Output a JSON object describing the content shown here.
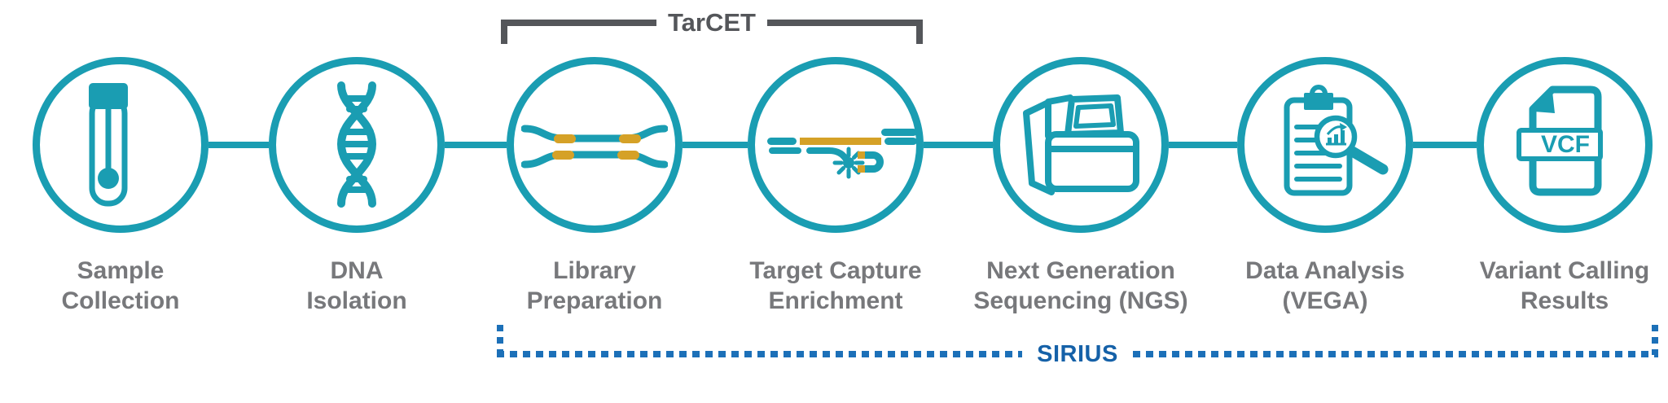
{
  "colors": {
    "teal": "#1A9DB2",
    "gold": "#D5A127",
    "label_gray": "#77787B",
    "bracket_gray": "#54565A",
    "sirius_text_blue": "#1561A8",
    "sirius_dot_blue": "#1C70B8",
    "background": "#FFFFFF"
  },
  "tarcet": {
    "label": "TarCET"
  },
  "sirius": {
    "label": "SIRIUS"
  },
  "steps": [
    {
      "id": "sample-collection",
      "line1": "Sample",
      "line2": "Collection",
      "icon": "test-tube-swab-icon"
    },
    {
      "id": "dna-isolation",
      "line1": "DNA",
      "line2": "Isolation",
      "icon": "dna-helix-icon"
    },
    {
      "id": "library-preparation",
      "line1": "Library",
      "line2": "Preparation",
      "icon": "dna-fragments-adapters-icon"
    },
    {
      "id": "target-capture-enrichment",
      "line1": "Target Capture",
      "line2": "Enrichment",
      "icon": "probe-magnet-capture-icon"
    },
    {
      "id": "next-generation-sequencing",
      "line1": "Next Generation",
      "line2": "Sequencing (NGS)",
      "icon": "sequencer-machine-icon"
    },
    {
      "id": "data-analysis",
      "line1": "Data Analysis",
      "line2": "(VEGA)",
      "icon": "clipboard-chart-magnifier-icon"
    },
    {
      "id": "variant-calling-results",
      "line1": "Variant Calling",
      "line2": "Results",
      "icon": "vcf-file-icon",
      "icon_text": "VCF"
    }
  ]
}
